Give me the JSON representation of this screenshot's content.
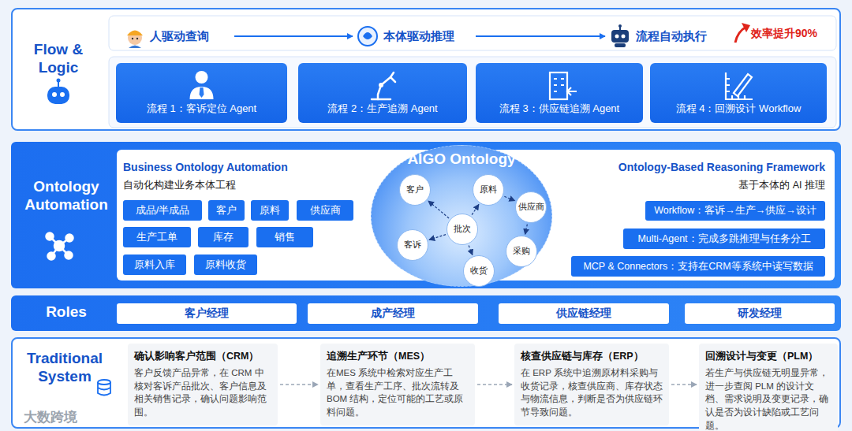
{
  "diagram": {
    "nodes": [
      {
        "text": [
          "Flow & Logic"
        ]
      },
      {
        "text": [
          "人驱动查询"
        ],
        "in": 0
      },
      {
        "text": [
          "本体驱动推理"
        ],
        "in": 0
      },
      {
        "text": [
          "流程自动执行"
        ],
        "in": 0
      },
      {
        "text": [
          "流程 1：客诉定位 Agent"
        ],
        "in": 0
      },
      {
        "text": [
          "流程 2：生产追溯 Agent"
        ],
        "in": 0
      },
      {
        "text": [
          "流程 3：供应链追溯 Agent"
        ],
        "in": 0
      },
      {
        "text": [
          "流程 4：回溯设计 Workflow"
        ],
        "in": 0
      },
      {
        "text": [
          "Ontology Automation"
        ]
      },
      {
        "text": [
          "成品/半成品"
        ],
        "in": 8
      },
      {
        "text": [
          "客户"
        ],
        "in": 8
      },
      {
        "text": [
          "原料"
        ],
        "in": 8
      },
      {
        "text": [
          "供应商"
        ],
        "in": 8
      },
      {
        "text": [
          "生产工单"
        ],
        "in": 8
      },
      {
        "text": [
          "库存"
        ],
        "in": 8
      },
      {
        "text": [
          "销售"
        ],
        "in": 8
      },
      {
        "text": [
          "原料入库"
        ],
        "in": 8
      },
      {
        "text": [
          "原料收货"
        ],
        "in": 8
      },
      {
        "text": [
          "AIGO Ontology"
        ],
        "in": 8
      },
      {
        "text": [
          "客户"
        ],
        "in": 18
      },
      {
        "text": [
          "原料"
        ],
        "in": 18
      },
      {
        "text": [
          "供应商"
        ],
        "in": 18
      },
      {
        "text": [
          "批次"
        ],
        "in": 18
      },
      {
        "text": [
          "客诉"
        ],
        "in": 18
      },
      {
        "text": [
          "采购"
        ],
        "in": 18
      },
      {
        "text": [
          "收货"
        ],
        "in": 18
      },
      {
        "text": [
          "Workflow：客诉→生产→供应→设计"
        ],
        "in": 8
      },
      {
        "text": [
          "Multi-Agent：完成多跳推理与任务分工"
        ],
        "in": 8
      },
      {
        "text": [
          "MCP & Connectors：支持在CRM等系统中读写数据"
        ],
        "in": 8
      },
      {
        "text": [
          "Roles"
        ]
      },
      {
        "text": [
          "客户经理"
        ],
        "in": 29
      },
      {
        "text": [
          "成产经理"
        ],
        "in": 29
      },
      {
        "text": [
          "供应链经理"
        ],
        "in": 29
      },
      {
        "text": [
          "研发经理"
        ],
        "in": 29
      },
      {
        "text": [
          "Traditional System"
        ]
      },
      {
        "text": [
          "确认影响客户范围（CRM）",
          "客户反馈产品异常，在 CRM 中核对客诉产品批次、客户信息及相关销售记录，确认问题影响范围。"
        ],
        "in": 34
      },
      {
        "text": [
          "追溯生产环节（MES）",
          "在MES 系统中检索对应生产工单，查看生产工序、批次流转及 BOM 结构，定位可能的工艺或原料问题。"
        ],
        "in": 34
      },
      {
        "text": [
          "核查供应链与库存（ERP）",
          "在 ERP 系统中追溯原材料采购与收货记录，核查供应商、库存状态与物流信息，判断是否为供应链环节导致问题。"
        ],
        "in": 34
      },
      {
        "text": [
          "回溯设计与变更（PLM）",
          "若生产与供应链无明显异常，进一步查阅 PLM 的设计文档、需求说明及变更记录，确认是否为设计缺陷或工艺问题。"
        ],
        "in": 34
      }
    ],
    "edges": [
      {
        "from": 1,
        "to": 2,
        "arrow": "to"
      },
      {
        "from": 2,
        "to": 3,
        "arrow": "to"
      },
      {
        "from": 22,
        "to": 19,
        "arrow": "to"
      },
      {
        "from": 22,
        "to": 20,
        "arrow": "to"
      },
      {
        "from": 20,
        "to": 21,
        "arrow": "to"
      },
      {
        "from": 21,
        "to": 24,
        "arrow": "to"
      },
      {
        "from": 22,
        "to": 23,
        "arrow": "to"
      },
      {
        "from": 22,
        "to": 25,
        "arrow": "to"
      },
      {
        "from": 35,
        "to": 36,
        "arrow": "to"
      },
      {
        "from": 36,
        "to": 37,
        "arrow": "to"
      },
      {
        "from": 37,
        "to": 38,
        "arrow": "to"
      }
    ],
    "labels": [
      "效率提升90%",
      "Business Ontology Automation",
      "自动化构建业务本体工程",
      "Ontology-Based Reasoning Framework",
      "基于本体的 AI 推理",
      "大数跨境"
    ]
  }
}
